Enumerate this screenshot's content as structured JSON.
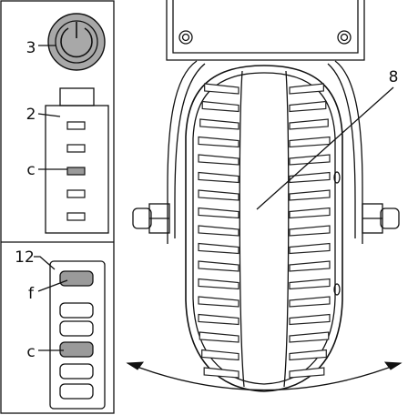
{
  "labels": {
    "power_button": "3",
    "battery_indicator": "2",
    "battery_marker": "c",
    "led_panel": "12",
    "led_top_marker": "f",
    "led_marker": "c",
    "wheel": "8"
  },
  "colors": {
    "stroke": "#111111",
    "button_fill": "#a8a8a8",
    "lit_segment": "#9a9a9a",
    "background": "#ffffff"
  },
  "battery_indicator": {
    "segments": 5,
    "highlighted_segment": 3
  },
  "led_panel": {
    "segments": 6,
    "highlighted_segments": [
      1,
      4
    ]
  }
}
